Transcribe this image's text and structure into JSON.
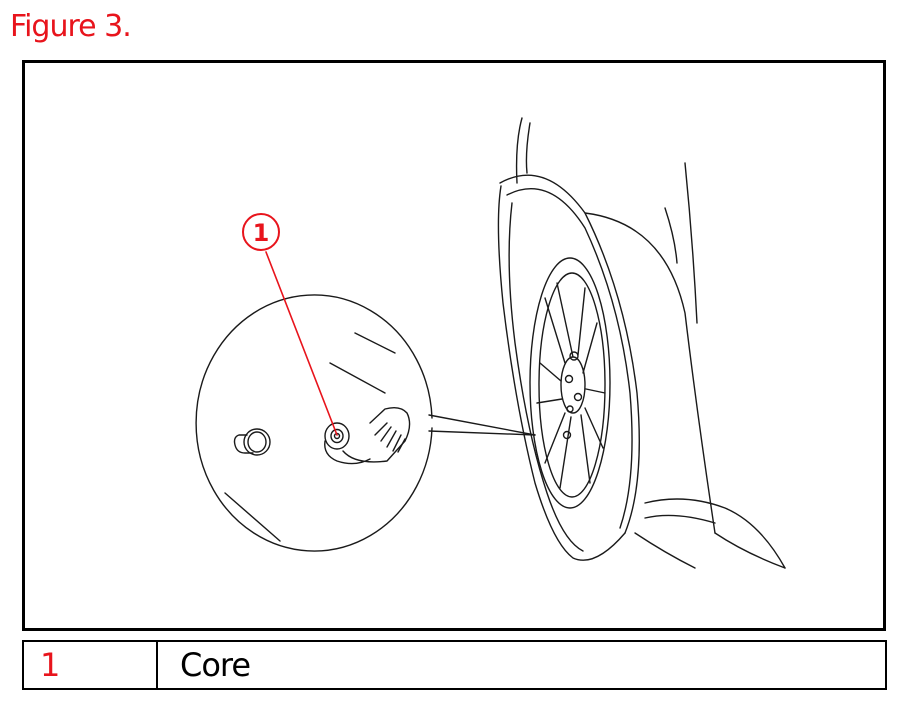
{
  "figure": {
    "title": "Figure 3.",
    "callout_number": "1"
  },
  "legend": {
    "rows": [
      {
        "number": "1",
        "label": "Core"
      }
    ]
  },
  "colors": {
    "accent": "#e8141c",
    "line": "#1a1a1a",
    "frame": "#000000"
  },
  "icons": {
    "callout": "numbered-callout-circle",
    "valve_stem": "tire-valve-stem-core",
    "valve_cap": "valve-cap",
    "wheel": "vehicle-wheel"
  }
}
